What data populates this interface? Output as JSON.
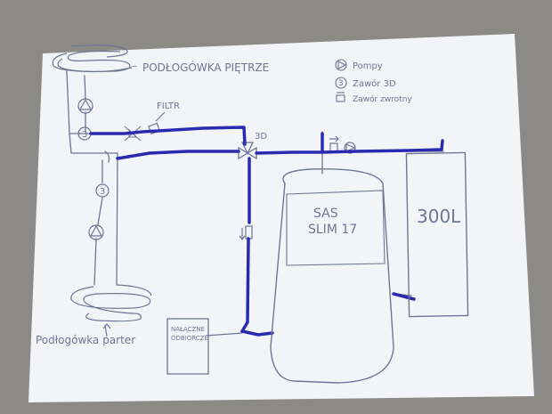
{
  "labels": {
    "top_floor": "PODŁOGÓWKA PIĘTRZE",
    "filter": "FILTR",
    "valve_3d": "3D",
    "bottom_floor": "Podłogówka parter",
    "heatpump_line1": "SAS",
    "heatpump_line2": "SLIM 17",
    "tank": "300L",
    "receivers_line1": "NAŁĄCZNE",
    "receivers_line2": "ODBIORCZE"
  },
  "legend": {
    "pump": "Pompy",
    "valve_3d_num": "3",
    "valve_3d": "Zawór 3D",
    "check_valve": "Zawór zwrotny"
  },
  "colors": {
    "paper": "#f2f3f6",
    "pencil": "#6f7694",
    "marker": "#2a2ab0",
    "background": "#8a8985"
  }
}
